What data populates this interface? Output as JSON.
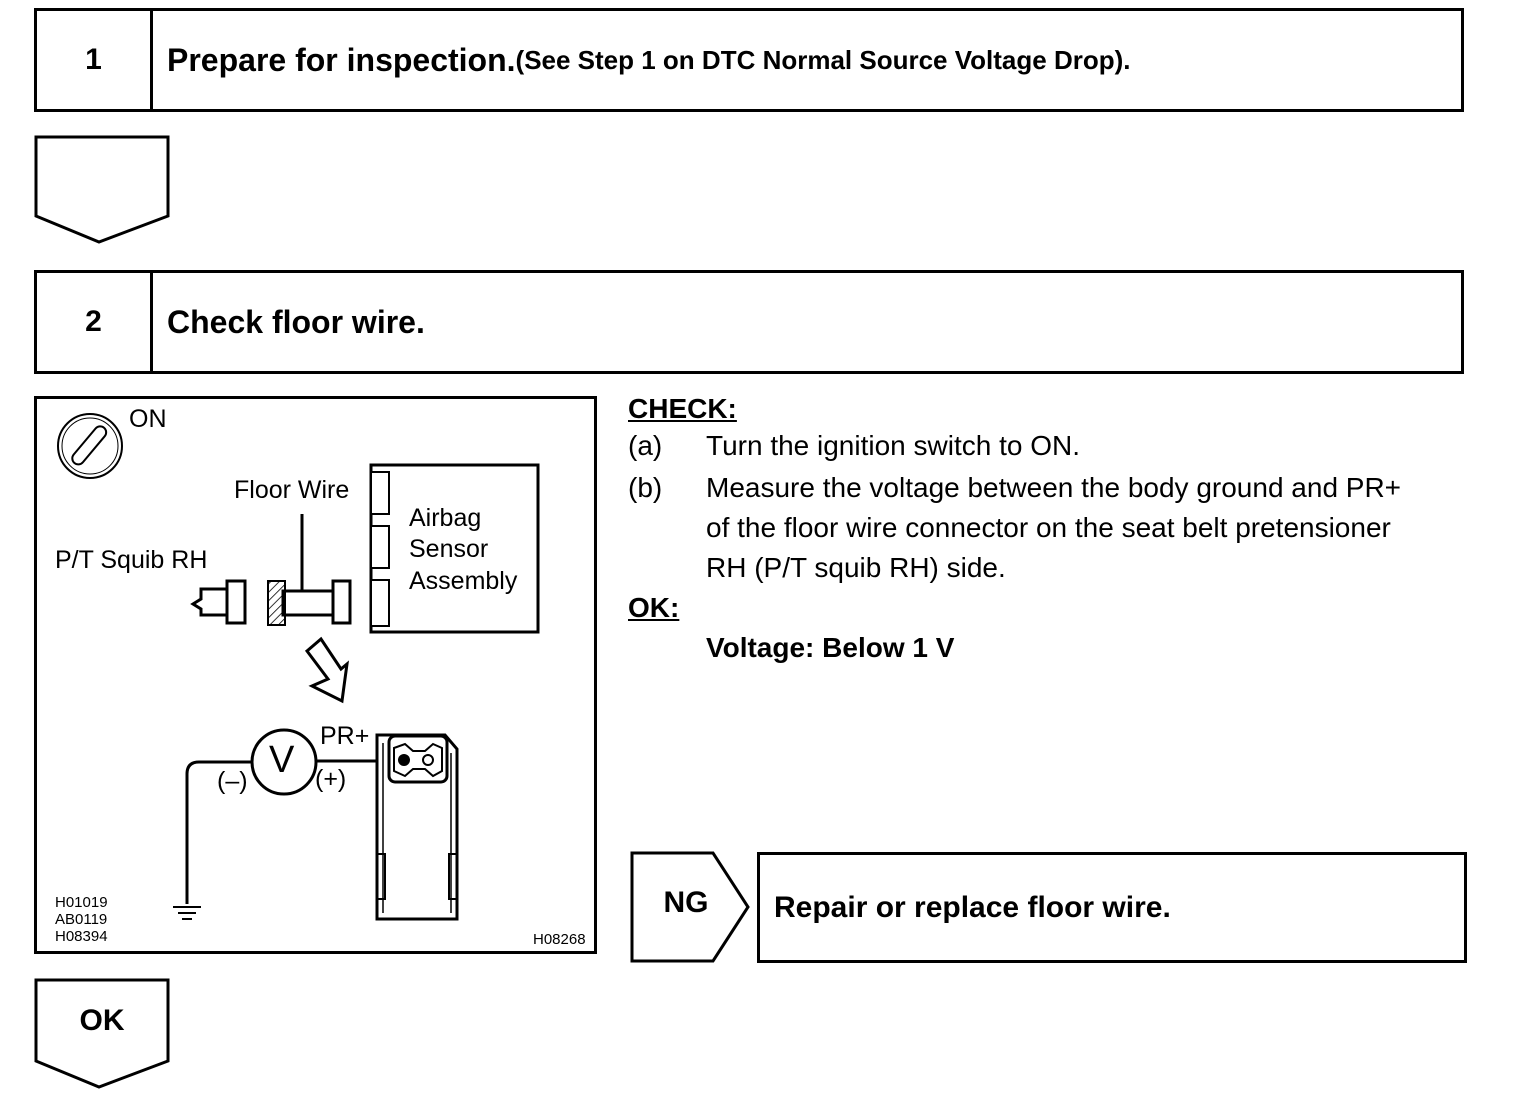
{
  "step1": {
    "number": "1",
    "title": "Prepare for inspection.",
    "subtitle": "(See Step 1 on DTC Normal Source Voltage Drop)."
  },
  "step2": {
    "number": "2",
    "title": "Check floor wire."
  },
  "diagram": {
    "ignition_label": "ON",
    "floor_wire_label": "Floor Wire",
    "squib_label": "P/T Squib RH",
    "airbag_label": [
      "Airbag",
      "Sensor",
      "Assembly"
    ],
    "pr_label": "PR+",
    "neg_label": "(–)",
    "pos_label": "(+)",
    "meter_symbol": "V",
    "codes_left": [
      "H01019",
      "AB0119",
      "H08394"
    ],
    "code_right": "H08268"
  },
  "check": {
    "heading": "CHECK:",
    "items": [
      {
        "label": "(a)",
        "text": "Turn the ignition switch to ON."
      },
      {
        "label": "(b)",
        "lines": [
          "Measure the voltage between the body ground and PR+",
          "of the floor wire connector on the seat belt pretensioner",
          "RH (P/T squib RH) side."
        ]
      }
    ]
  },
  "ok": {
    "heading": "OK:",
    "value": "Voltage: Below 1 V"
  },
  "ng": {
    "label": "NG",
    "action": "Repair or replace floor wire."
  },
  "ok_tab": {
    "label": "OK"
  }
}
